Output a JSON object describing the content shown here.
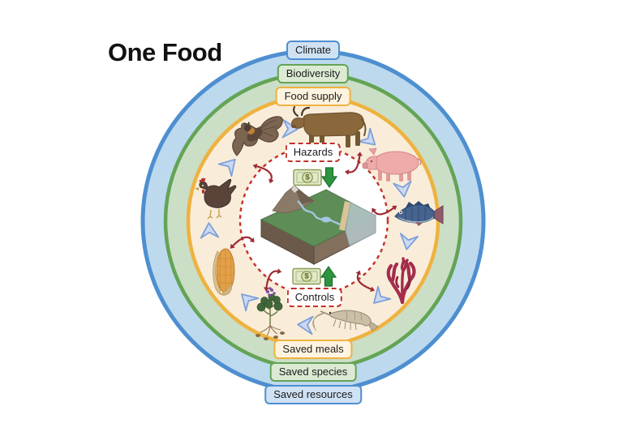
{
  "title": "One Food",
  "rings": [
    {
      "id": "climate",
      "label": "Climate",
      "border_color": "#4e8fd0",
      "band_fill": "#bdd9ee",
      "box_fill": "#cfe2f4"
    },
    {
      "id": "biodiversity",
      "label": "Biodiversity",
      "border_color": "#63a455",
      "band_fill": "#cbdec6",
      "box_fill": "#dcead4"
    },
    {
      "id": "food-supply",
      "label": "Food supply",
      "border_color": "#efb23f",
      "band_fill": "#f9edda",
      "box_fill": "#fdf3e0"
    }
  ],
  "outcomes": [
    {
      "id": "saved-meals",
      "label": "Saved meals",
      "border_color": "#efb23f",
      "box_fill": "#fdf3e0"
    },
    {
      "id": "saved-species",
      "label": "Saved species",
      "border_color": "#63a455",
      "box_fill": "#dcead4"
    },
    {
      "id": "saved-resources",
      "label": "Saved resources",
      "border_color": "#4e8fd0",
      "box_fill": "#cfe2f4"
    }
  ],
  "center": {
    "hazards_label": "Hazards",
    "controls_label": "Controls",
    "money_symbol": "$",
    "hazards_money_trend": "decrease",
    "controls_money_trend": "increase",
    "boundary_color": "#c33129",
    "landscape_icon": "land-river-sea-landscape"
  },
  "cycle": {
    "direction": "clockwise",
    "organisms": [
      "bat",
      "cattle",
      "pig",
      "fish",
      "red-seaweed",
      "shrimp",
      "flowering-plant",
      "maize",
      "chicken"
    ],
    "flow_arrow_count": 9,
    "exchange_arrow_count": 6
  },
  "colors": {
    "flow_arrow_fill": "#ccd9f3",
    "flow_arrow_stroke": "#7fa0d8",
    "exchange_arrow_red": "#9e2b33",
    "money_green": "#2e9440",
    "text": "#1b1b1b",
    "background": "#ffffff"
  }
}
